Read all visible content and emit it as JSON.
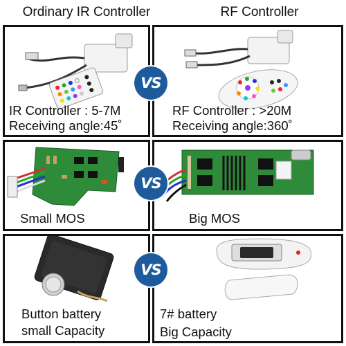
{
  "headers": {
    "left": "Ordinary IR Controller",
    "right": "RF Controller"
  },
  "vs_label": "VS",
  "rows": [
    {
      "left": {
        "line1": "IR Controller : 5-7M",
        "line2": "Receiving angle:45˚"
      },
      "right": {
        "line1": "RF Controller : >20M",
        "line2": "Receiving angle:360˚"
      }
    },
    {
      "left": {
        "line1": "Small MOS"
      },
      "right": {
        "line1": "Big  MOS"
      }
    },
    {
      "left": {
        "line1": "Button battery",
        "line2": "small Capacity"
      },
      "right": {
        "line1": "7#  battery",
        "line2": "Big Capacity"
      }
    }
  ],
  "colors": {
    "border": "#111111",
    "vs_badge": "#1e5b9c",
    "pcb_green": "#2e8b3a",
    "red_led": "#d9261c"
  }
}
